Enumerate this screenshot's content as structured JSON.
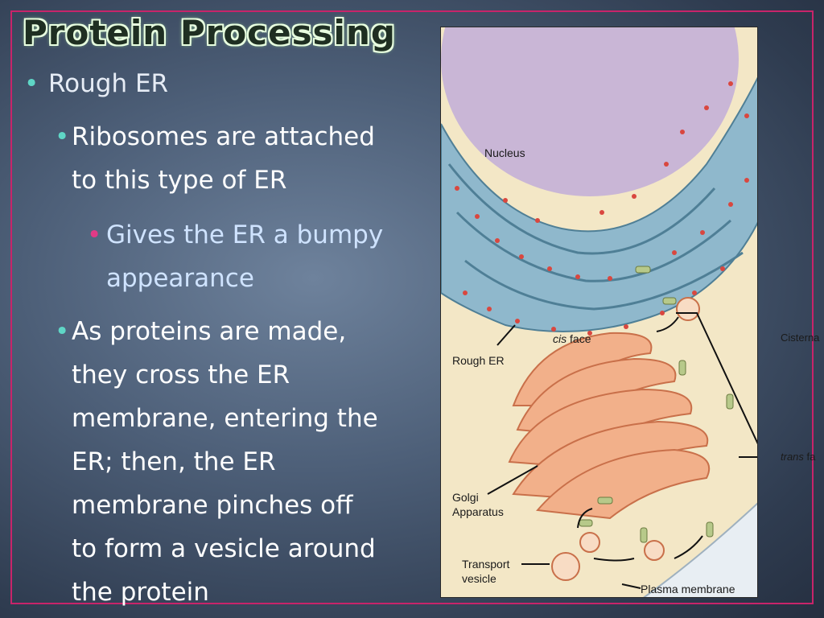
{
  "slide": {
    "title": "Protein Processing",
    "bullets": [
      {
        "level": 1,
        "lines": [
          "Rough ER"
        ]
      },
      {
        "level": 2,
        "lines": [
          "Ribosomes are attached",
          "to this type of ER"
        ]
      },
      {
        "level": 3,
        "lines": [
          "Gives the ER a bumpy",
          "appearance"
        ]
      },
      {
        "level": 2,
        "lines": [
          "As proteins are made,",
          "they cross the ER",
          "membrane, entering the",
          "ER; then, the ER",
          "membrane pinches off",
          "to form a vesicle around",
          "the protein"
        ]
      }
    ]
  },
  "figure": {
    "labels": {
      "nucleus": "Nucleus",
      "rough_er": "Rough ER",
      "cis_face_italic": "cis",
      "cis_face_rest": " face",
      "golgi_1": "Golgi",
      "golgi_2": "Apparatus",
      "transport_1": "Transport",
      "transport_2": "vesicle",
      "plasma_membrane": "Plasma membrane",
      "cisternae": "Cisterna",
      "trans_face_italic": "trans",
      "trans_face_rest": " fa"
    }
  },
  "colors": {
    "frame": "#c8246a",
    "bullet_level1": "#5fd6c6",
    "bullet_level2": "#5fd6c6",
    "bullet_level3": "#e23a86",
    "er": "#8fb8cc",
    "ribosome": "#d9473f",
    "golgi": "#f2b08a",
    "nucleus": "#c9b6d6"
  }
}
